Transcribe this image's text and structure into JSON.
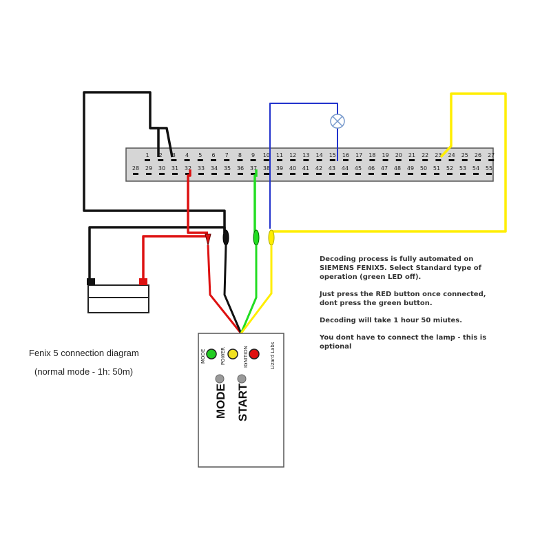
{
  "connector": {
    "top_pins": [
      "1",
      "2",
      "3",
      "4",
      "5",
      "6",
      "7",
      "8",
      "9",
      "10",
      "11",
      "12",
      "13",
      "14",
      "15",
      "16",
      "17",
      "18",
      "19",
      "20",
      "21",
      "22",
      "23",
      "24",
      "25",
      "26",
      "27"
    ],
    "bottom_pins": [
      "28",
      "29",
      "30",
      "31",
      "32",
      "33",
      "34",
      "35",
      "36",
      "37",
      "38",
      "39",
      "40",
      "41",
      "42",
      "43",
      "44",
      "45",
      "46",
      "47",
      "48",
      "49",
      "50",
      "51",
      "52",
      "53",
      "54",
      "55"
    ]
  },
  "wire_colors": {
    "black": "#111111",
    "red": "#dd1111",
    "green": "#22dd22",
    "yellow": "#ffee00",
    "blue": "#2233cc"
  },
  "caption": {
    "title": "Fenix 5 connection diagram",
    "subtitle": "(normal mode - 1h: 50m)"
  },
  "notes": [
    "Decoding process is fully automated on SIEMENS FENIX5. Select Standard type of operation (green LED off).",
    "Just press the RED button once connected, dont press the green button.",
    "Decoding will take 1 hour 50 miutes.",
    "You dont have to connect the lamp - this is optional"
  ],
  "device": {
    "led_labels": [
      "MODE",
      "POWER",
      "IGNITION"
    ],
    "led_colors": [
      "#22cc22",
      "#f0e020",
      "#e01010"
    ],
    "brand": "Lizard Labs",
    "button_mode": "MODE",
    "button_start": "START",
    "mode_color": "#e8a000"
  },
  "icons": {
    "lamp": "lamp-icon",
    "battery": "battery-icon"
  }
}
